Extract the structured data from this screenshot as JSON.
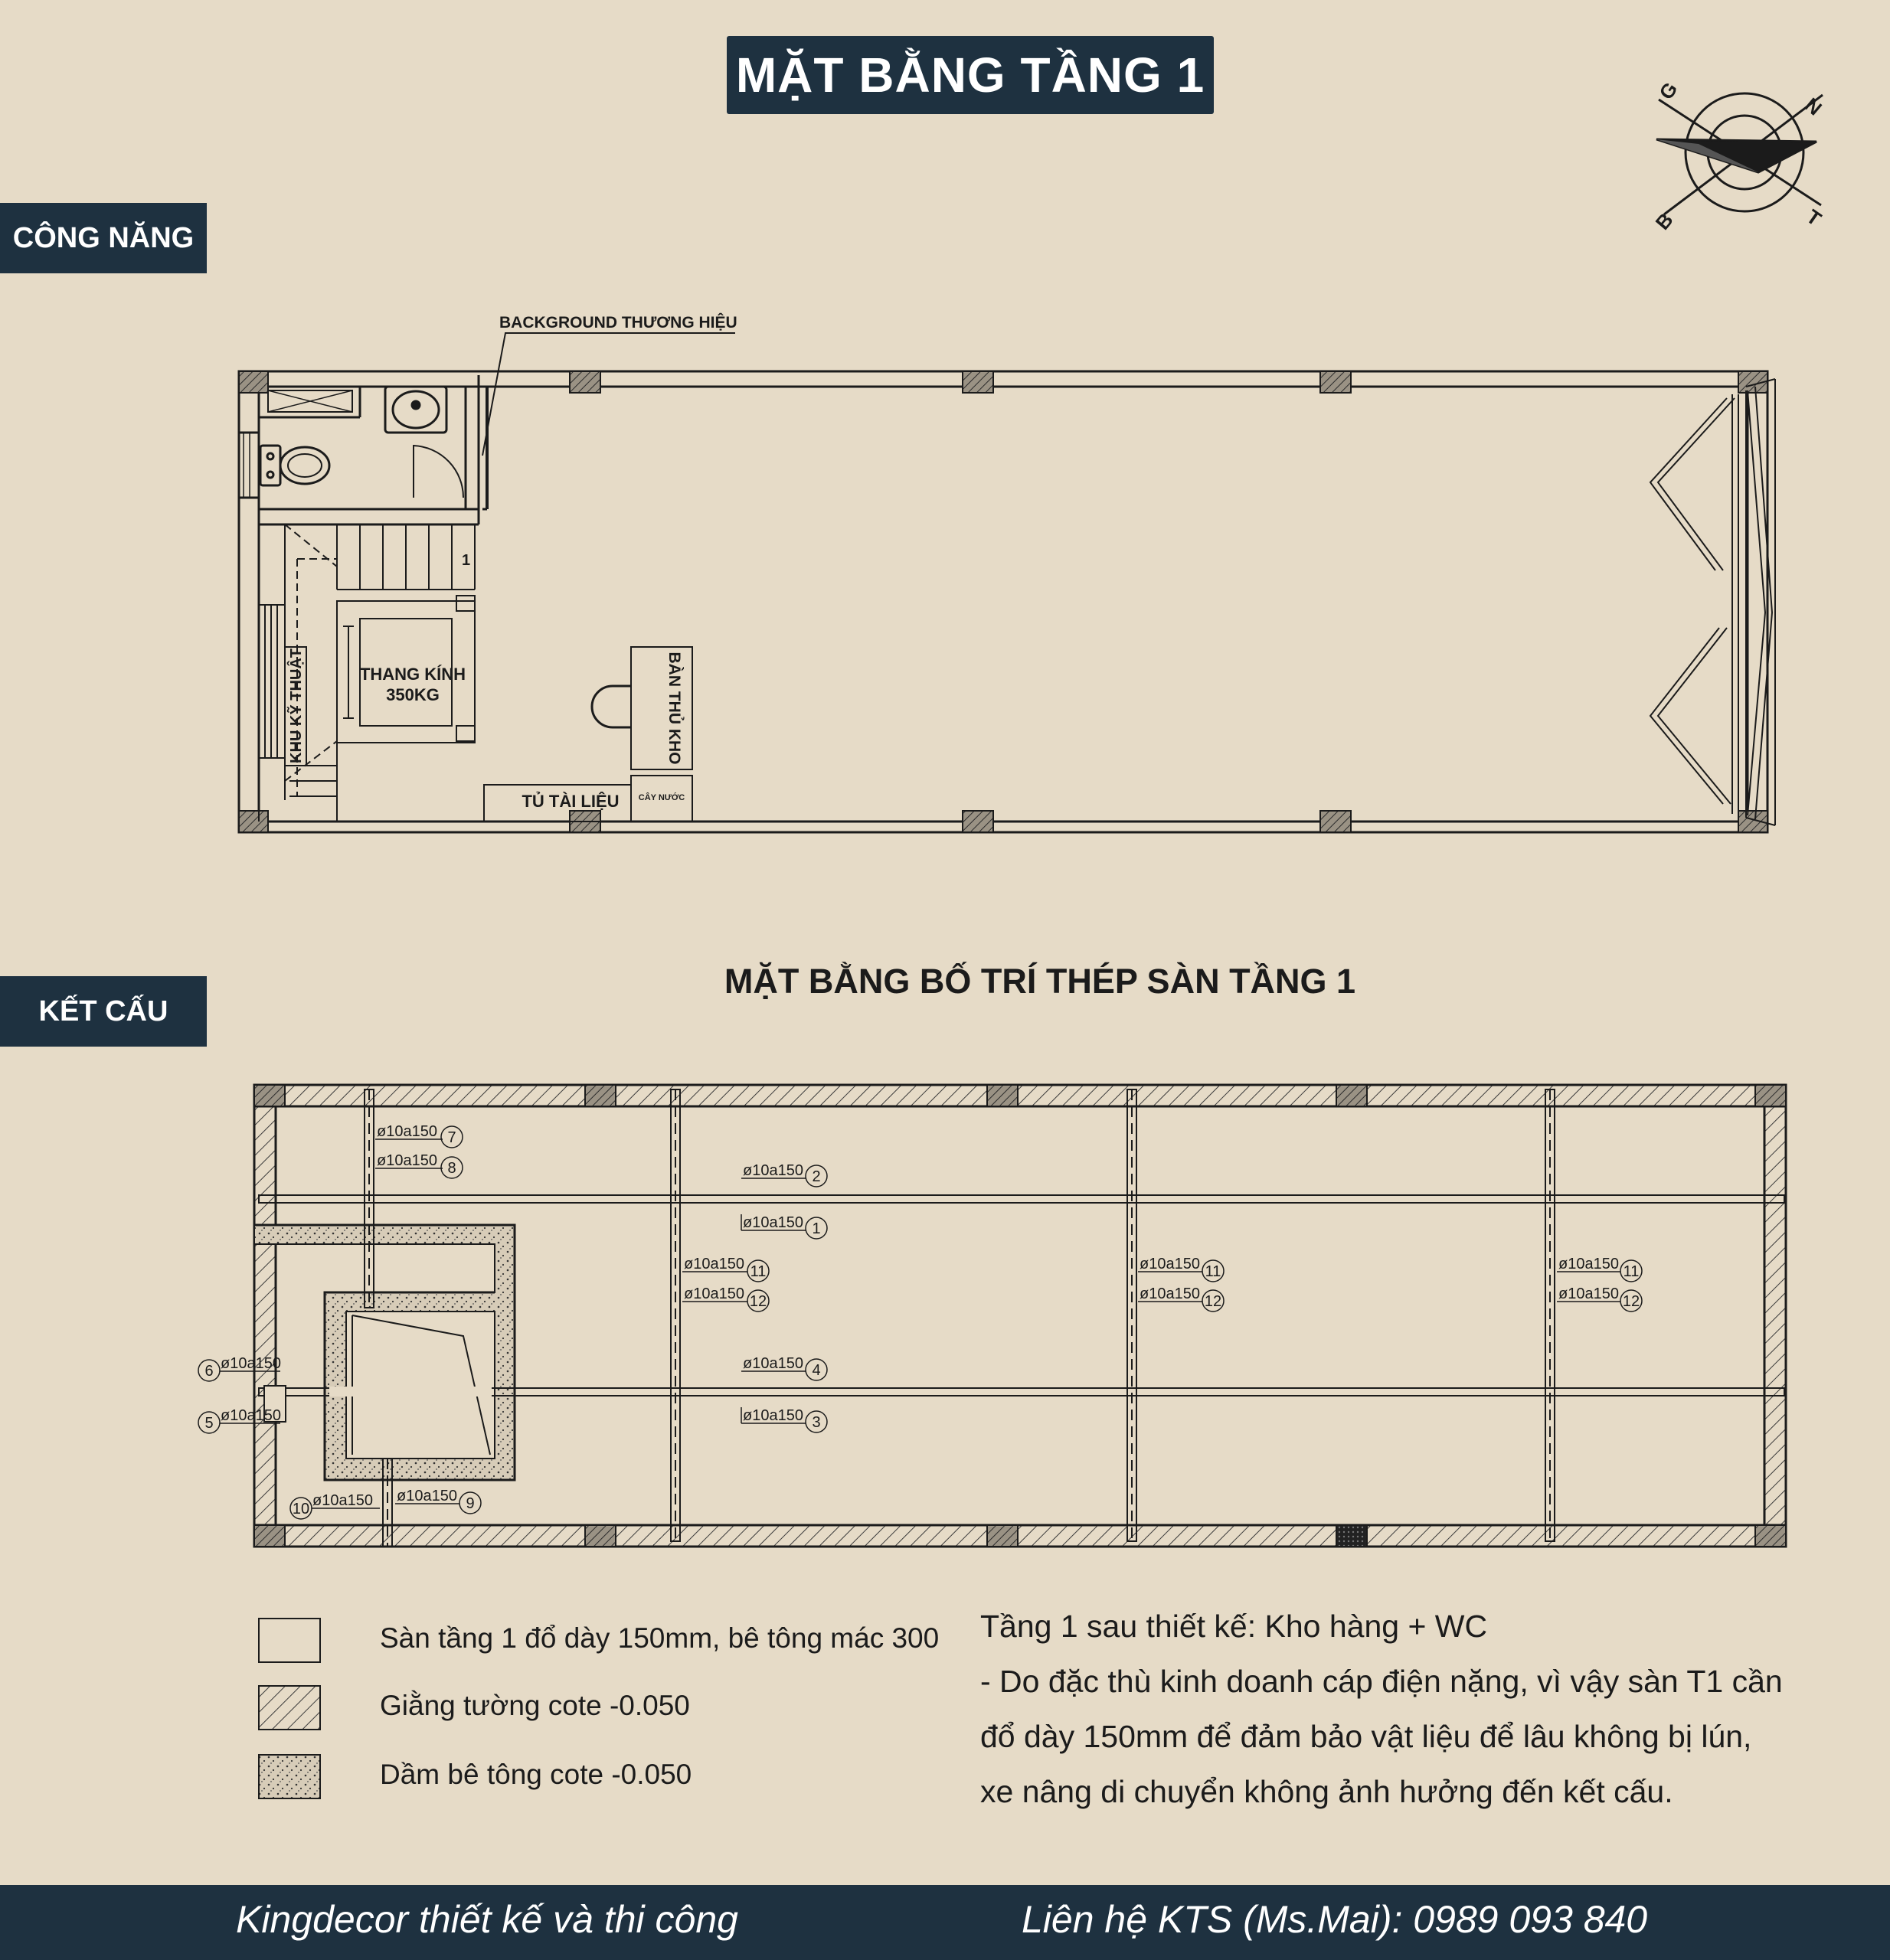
{
  "title": "MẶT BẰNG TẦNG 1",
  "sections": {
    "function_label": "CÔNG NĂNG",
    "structure_label": "KẾT CẤU"
  },
  "compass": {
    "letters": [
      "G",
      "N",
      "B",
      "T"
    ]
  },
  "floor_plan": {
    "background_label": "BACKGROUND THƯƠNG HIỆU",
    "elevator_label": "THANG KÍNH",
    "elevator_capacity": "350KG",
    "technical_area": "KHU KỸ THUẬT",
    "warehouse_desk": "BÀN THỦ KHO",
    "document_cabinet": "TỦ TÀI LIỆU",
    "water_tree": "CÂY NƯỚC",
    "stair_step": "1"
  },
  "structure_plan": {
    "title": "MẶT BẰNG BỐ TRÍ THÉP SÀN TẦNG 1",
    "rebar_spec": "ø10a150",
    "rebar_marks": [
      "1",
      "2",
      "3",
      "4",
      "5",
      "6",
      "7",
      "8",
      "9",
      "10",
      "11",
      "12"
    ]
  },
  "legend": [
    {
      "label": "Sàn tầng 1 đổ dày 150mm, bê tông mác 300",
      "pattern": "blank"
    },
    {
      "label": "Giằng tường cote -0.050",
      "pattern": "hatch"
    },
    {
      "label": "Dầm bê tông cote -0.050",
      "pattern": "dots"
    }
  ],
  "notes": {
    "line1": "Tầng 1 sau thiết kế: Kho hàng + WC",
    "line2": "- Do đặc thù kinh doanh cáp điện nặng, vì vậy sàn T1 cần",
    "line3": "đổ dày 150mm để đảm bảo vật liệu để lâu không bị lún,",
    "line4": "xe nâng di chuyển không ảnh hưởng đến kết cấu."
  },
  "footer": {
    "left": "Kingdecor thiết kế và thi công",
    "right": "Liên hệ KTS (Ms.Mai): 0989 093 840"
  },
  "colors": {
    "background": "#e6dbc7",
    "navy": "#1e3140",
    "ink": "#1b1b1b"
  }
}
